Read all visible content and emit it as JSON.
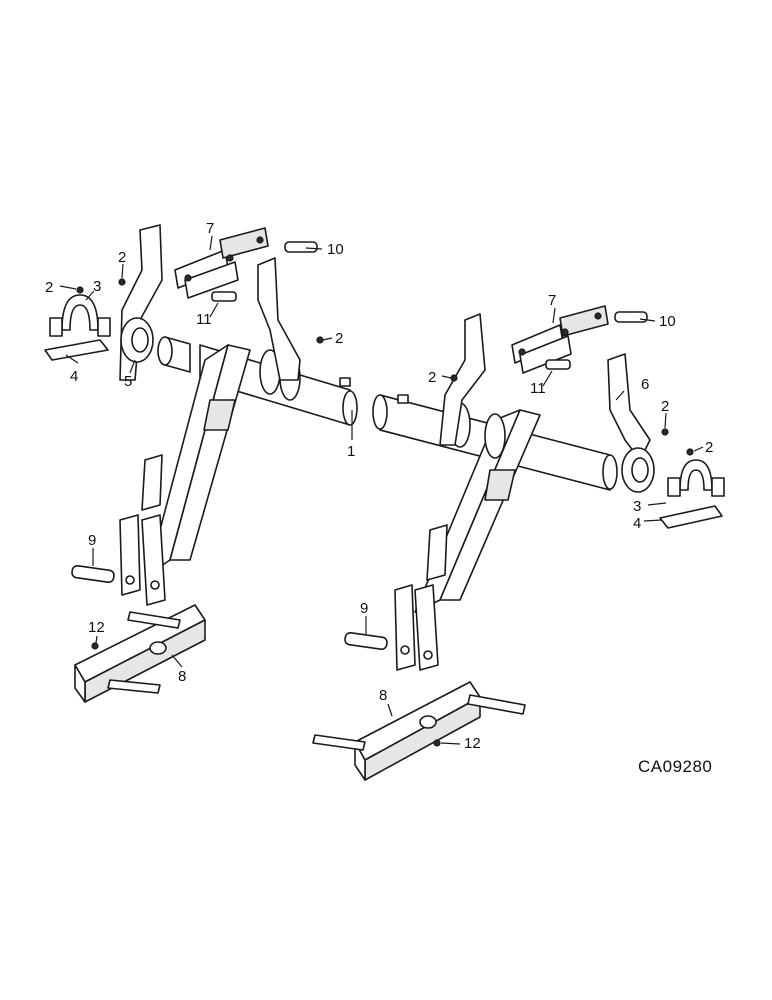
{
  "diagram": {
    "code": "CA09280",
    "callouts": {
      "c1": "1",
      "c2a": "2",
      "c2b": "2",
      "c2c": "2",
      "c2d": "2",
      "c2e": "2",
      "c2f": "2",
      "c3a": "3",
      "c3b": "3",
      "c4a": "4",
      "c4b": "4",
      "c5": "5",
      "c6": "6",
      "c7a": "7",
      "c7b": "7",
      "c8a": "8",
      "c8b": "8",
      "c9a": "9",
      "c9b": "9",
      "c10a": "10",
      "c10b": "10",
      "c11a": "11",
      "c11b": "11",
      "c12a": "12",
      "c12b": "12"
    }
  }
}
